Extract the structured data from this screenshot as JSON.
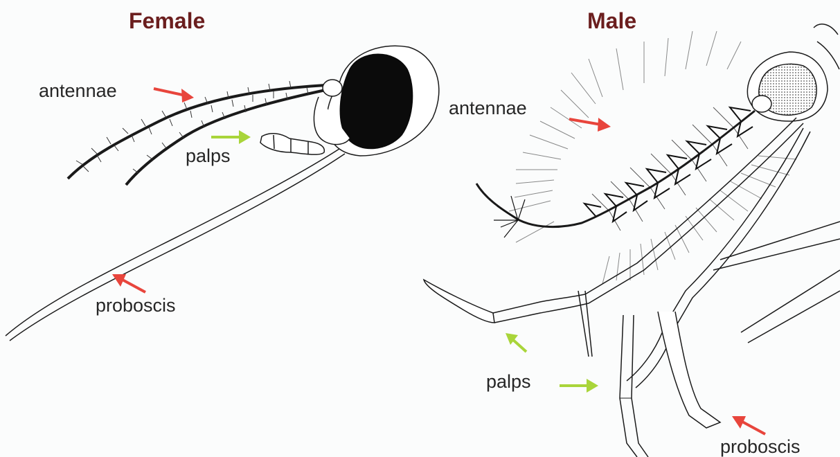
{
  "panels": {
    "female": {
      "title": "Female",
      "labels": {
        "antennae": "antennae",
        "palps": "palps",
        "proboscis": "proboscis"
      }
    },
    "male": {
      "title": "Male",
      "labels": {
        "antennae": "antennae",
        "palps": "palps",
        "proboscis": "proboscis"
      }
    }
  },
  "colors": {
    "title": "#6b1e1e",
    "label": "#262626",
    "arrow_antennae": "#e8453c",
    "arrow_palps": "#a9d53a",
    "arrow_proboscis": "#e8453c",
    "line_art": "#1a1a1a",
    "background": "#fbfcfc"
  },
  "icons": {
    "antennae_arrow": "right-arrow",
    "palps_arrow": "right-arrow",
    "proboscis_arrow": "up-left-arrow"
  }
}
